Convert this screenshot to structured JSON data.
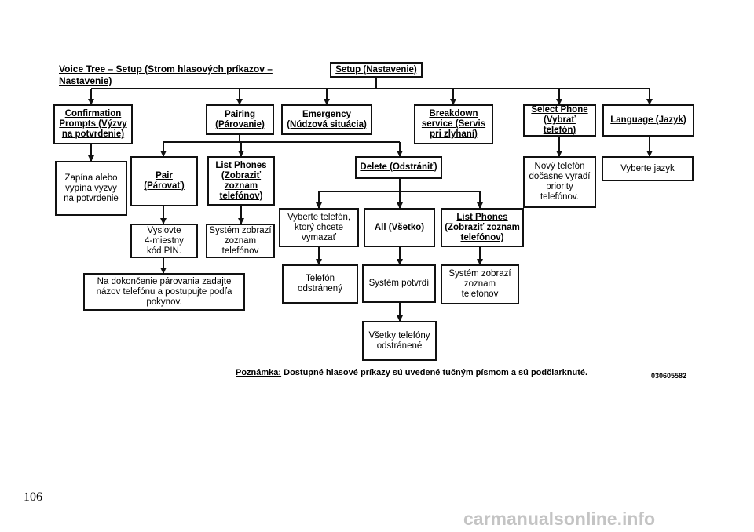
{
  "title": "Voice Tree – Setup (Strom hlasových príkazov – Nastavenie)",
  "nodes": {
    "setup": "Setup (Nastavenie)",
    "confirmation": "Confirmation\nPrompts (Výzvy\nna potvrdenie)",
    "pairing": "Pairing\n(Párovanie)",
    "emergency": "Emergency\n(Núdzová situácia)",
    "breakdown": "Breakdown\nservice (Servis\npri zlyhaní)",
    "select_phone": "Select Phone\n(Vybrať telefón)",
    "language": "Language (Jazyk)",
    "confirm_desc": "Zapína alebo\nvypína výzvy\nna potvrdenie",
    "pair": "Pair\n(Párovať)",
    "list_phones_1": "List Phones\n(Zobraziť\nzoznam\ntelefónov)",
    "delete": "Delete (Odstrániť)",
    "select_desc": "Nový telefón\ndočasne vyradí\npriority\ntelefónov.",
    "lang_desc": "Vyberte jazyk",
    "pin": "Vyslovte\n4-miestny\nkód PIN.",
    "list_desc_1": "Systém zobrazí\nzoznam\ntelefónov",
    "pair_finish": "Na dokončenie párovania zadajte\nnázov telefónu a postupujte podľa\npokynov.",
    "delete_choose": "Vyberte telefón,\nktorý chcete\nvymazať",
    "all": "All (Všetko)",
    "list_phones_2": "List Phones\n(Zobraziť zoznam\ntelefónov)",
    "phone_removed": "Telefón\nodstránený",
    "sys_confirm": "Systém potvrdí",
    "list_desc_2": "Systém zobrazí\nzoznam\ntelefónov",
    "all_removed": "Všetky telefóny\nodstránené"
  },
  "note": {
    "label": "Poznámka:",
    "text": "Dostupné hlasové príkazy sú uvedené tučným písmom a sú podčiarknuté."
  },
  "figure_code": "030605582",
  "page_number": "106",
  "watermark": "carmanualsonline.info"
}
